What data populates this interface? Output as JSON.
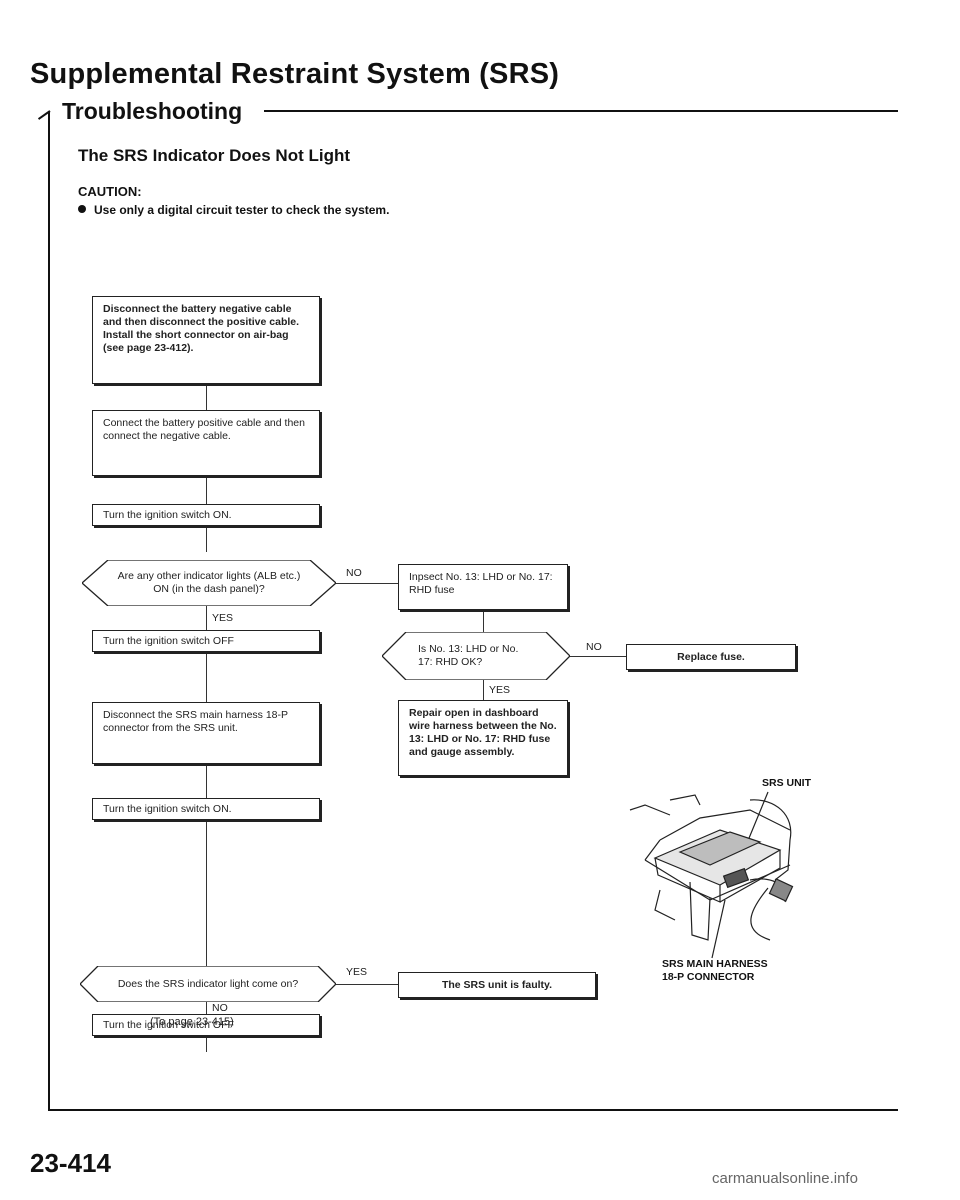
{
  "header": {
    "title": "Supplemental Restraint System (SRS)",
    "section": "Troubleshooting"
  },
  "procedure": {
    "title": "The SRS Indicator Does Not Light",
    "caution_label": "CAUTION:",
    "caution_item": "Use only a digital circuit tester to check the system."
  },
  "flow": {
    "step1": "Disconnect the battery negative cable and then disconnect the positive cable. Install the short connector on air-bag (see page 23-412).",
    "step2": "Connect the battery positive cable and then connect the negative cable.",
    "step3": "Turn the ignition switch ON.",
    "q1": "Are any other indicator lights (ALB etc.) ON (in the dash panel)?",
    "q1_no": "NO",
    "q1_yes": "YES",
    "inspect_fuse": "Inpsect No. 13: LHD or No. 17: RHD fuse",
    "step4": "Turn the ignition switch OFF",
    "q2": "Is No. 13: LHD or No. 17: RHD OK?",
    "q2_no": "NO",
    "q2_yes": "YES",
    "replace_fuse": "Replace fuse.",
    "step5": "Disconnect the SRS main harness 18-P connector from the SRS unit.",
    "repair_wire": "Repair open in dashboard wire harness between the No. 13: LHD or No. 17: RHD fuse and gauge assembly.",
    "step6": "Turn the ignition switch ON.",
    "q3": "Does the SRS indicator light come on?",
    "q3_yes": "YES",
    "q3_no": "NO",
    "unit_faulty": "The SRS unit is faulty.",
    "step7": "Turn the ignition switch OFF",
    "footer_note": "(To page 23-415)"
  },
  "figure": {
    "srs_unit_label": "SRS UNIT",
    "harness_label_line1": "SRS MAIN HARNESS",
    "harness_label_line2": "18-P CONNECTOR"
  },
  "footer": {
    "page_number": "23-414",
    "watermark": "carmanualsonline.info"
  }
}
